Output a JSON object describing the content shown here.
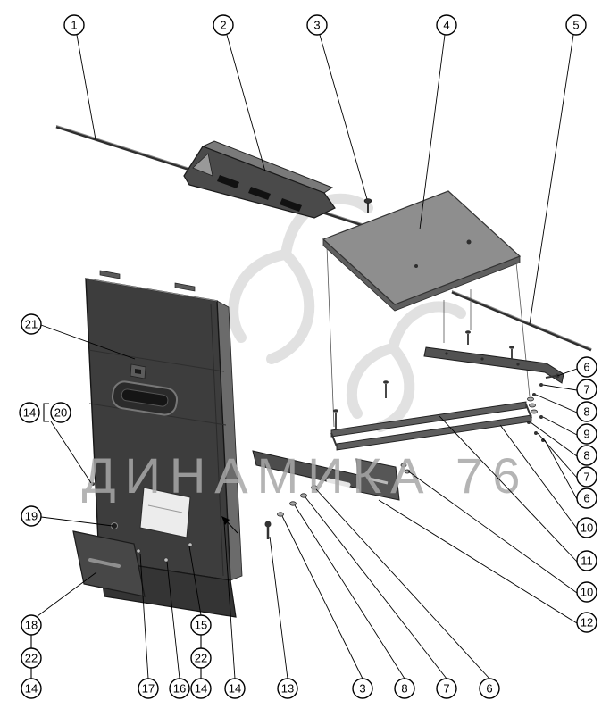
{
  "watermark": {
    "text": "ДИНАМИКА 76"
  },
  "callouts": {
    "top": [
      "1",
      "2",
      "3",
      "4",
      "5"
    ],
    "right": [
      "6",
      "7",
      "8",
      "9",
      "8",
      "7",
      "6",
      "10",
      "11",
      "10",
      "12"
    ],
    "left": [
      "21",
      "14",
      "20",
      "19",
      "18",
      "22",
      "14"
    ],
    "bottom_column": [
      "15",
      "22",
      "14"
    ],
    "bottom": [
      "17",
      "16",
      "14",
      "13",
      "3",
      "8",
      "7",
      "6"
    ]
  },
  "colors": {
    "panel_dark": "#3d3d3d",
    "bracket_gray": "#4a4a4a",
    "plate_gray": "#8e8e8e",
    "watermark_gray": "#a8a8a8",
    "line_black": "#000000"
  }
}
